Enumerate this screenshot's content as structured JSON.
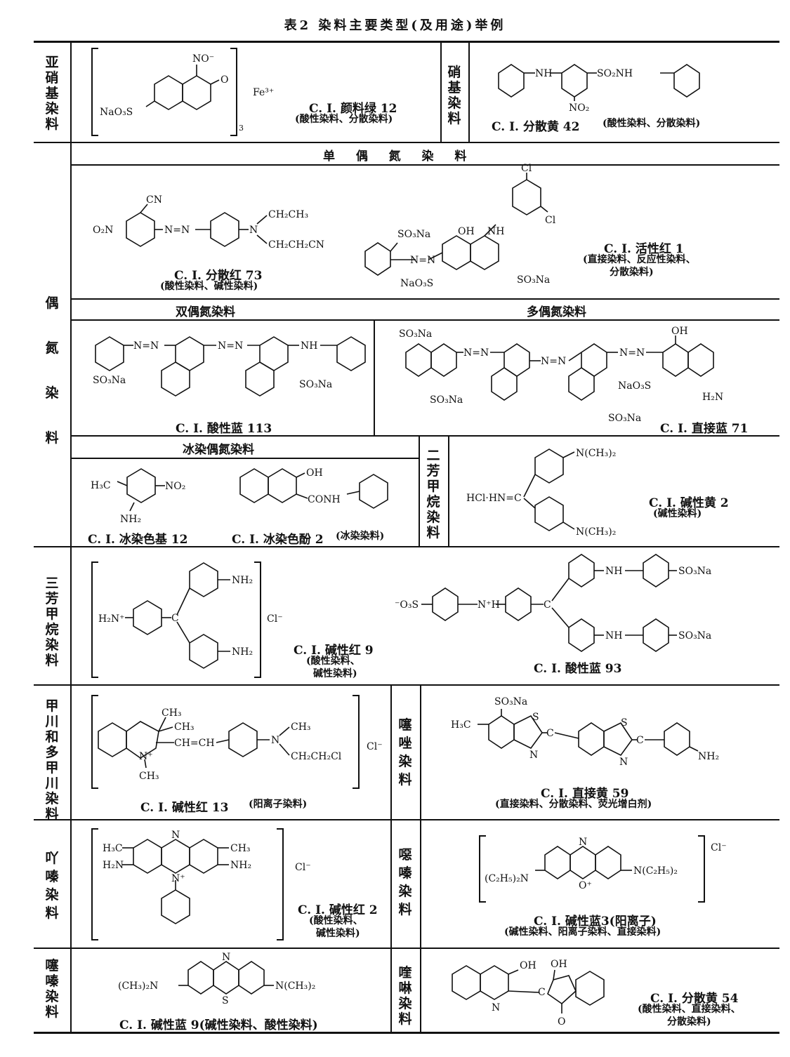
{
  "title": "表2 染料主要类型(及用途)举例",
  "categories": {
    "nitroso": "亚硝基染料",
    "nitro": "硝基染料",
    "azo": "偶氮染料",
    "diaryl": "二芳甲烷染料",
    "triaryl": "三芳甲烷染料",
    "methine": "甲川和多甲川染料",
    "thiazole": "噻唑染料",
    "acridine": "吖嗪染料",
    "oxazine": "噁嗪染料",
    "thiazine": "噻嗪染料",
    "quinoline": "喹啉染料"
  },
  "subheaders": {
    "monoazo": "单  偶  氮  染  料",
    "disazo": "双偶氮染料",
    "polyazo": "多偶氮染料",
    "ice": "冰染偶氮染料"
  },
  "dyes": {
    "green12": {
      "name": "C. I. 颜料绿 12",
      "use": "(酸性染料、分散染料)"
    },
    "yellow42": {
      "name": "C. I. 分散黄 42",
      "use": "(酸性染料、分散染料)"
    },
    "red73": {
      "name": "C. I. 分散红 73",
      "use": "(酸性染料、碱性染料)"
    },
    "reactive1": {
      "name": "C. I. 活性红 1",
      "use1": "(直接染料、反应性染料、",
      "use2": "分散染料)"
    },
    "blue113": {
      "name": "C. I. 酸性蓝 113"
    },
    "direct71": {
      "name": "C. I. 直接蓝  71"
    },
    "base12": {
      "name": "C. I. 冰染色基 12"
    },
    "coupler2": {
      "name": "C. I. 冰染色酚 2",
      "use": "(冰染染料)"
    },
    "byellow2": {
      "name": "C. I. 碱性黄 2",
      "use": "(碱性染料)"
    },
    "bred9": {
      "name": "C. I. 碱性红 9",
      "use1": "(酸性染料、",
      "use2": "碱性染料)"
    },
    "ablue93": {
      "name": "C. I. 酸性蓝 93"
    },
    "bred13": {
      "name": "C. I. 碱性红 13",
      "use": "(阳离子染料)"
    },
    "dyellow59": {
      "name": "C. I. 直接黄 59",
      "use": "(直接染料、分散染料、荧光增白剂)"
    },
    "bred2": {
      "name": "C. I. 碱性红 2",
      "use1": "(酸性染料、",
      "use2": "碱性染料)"
    },
    "bblue3": {
      "name": "C. I. 碱性蓝3(阳离子)",
      "use": "(碱性染料、阳离子染料、直接染料)"
    },
    "bblue9": {
      "name": "C. I. 碱性蓝 9(碱性染料、酸性染料)"
    },
    "dyellow54": {
      "name": "C. I. 分散黄 54",
      "use1": "(酸性染料、直接染料、",
      "use2": "分散染料)"
    }
  },
  "formula_labels": {
    "nao3s": "NaO₃S",
    "no_minus": "NO⁻",
    "o": "O",
    "fe": "Fe³⁺",
    "sub3": "3",
    "nh": "NH",
    "so2nh": "SO₂NH",
    "no2": "NO₂",
    "cn": "CN",
    "o2n": "O₂N",
    "n": "N",
    "ch2ch3": "CH₂CH₃",
    "ch2ch2cn": "CH₂CH₂CN",
    "azo": "N=N",
    "so3na": "SO₃Na",
    "oh": "OH",
    "cl": "Cl",
    "h2n": "H₂N",
    "h3c": "H₃C",
    "no2b": "NO₂",
    "nh2": "NH₂",
    "conh": "CONH",
    "hcl_hn": "HCl·HN=C",
    "nme2": "N(CH₃)₂",
    "h2n_plus": "H₂N⁺",
    "c": "C",
    "cl_minus": "Cl⁻",
    "o3s_minus": "⁻O₃S",
    "nh_plus": "N⁺H",
    "ch3": "CH₃",
    "ch2ch2cl": "CH₂CH₂Cl",
    "chch": "CH=CH",
    "n_plus": "N⁺",
    "s": "S",
    "net2_l": "(C₂H₅)₂N",
    "net2_r": "N(C₂H₅)₂",
    "o_plus": "O⁺",
    "nme2_l": "(CH₃)₂N",
    "nme2_r": "N(CH₃)₂"
  }
}
